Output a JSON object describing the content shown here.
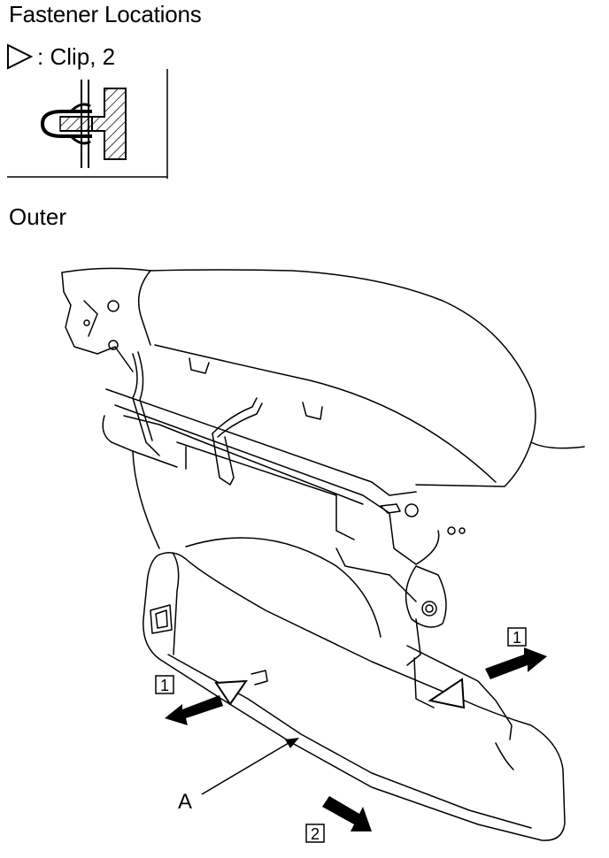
{
  "header": {
    "title": "Fastener Locations"
  },
  "legend": {
    "symbol": "clip-triangle-icon",
    "text": ": Clip, 2"
  },
  "section": {
    "label": "Outer"
  },
  "callouts": {
    "part": "A",
    "step1": "1",
    "step2": "2"
  }
}
